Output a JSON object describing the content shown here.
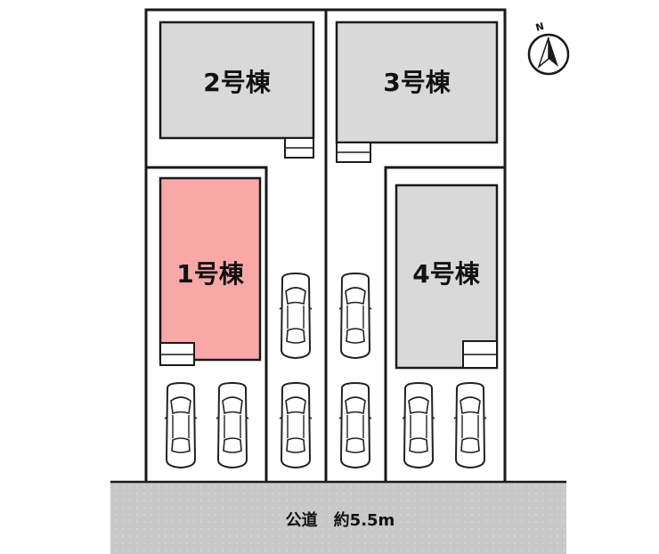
{
  "buildings": [
    {
      "id": "b1",
      "label": "1号棟",
      "fill": "#f9a8a8"
    },
    {
      "id": "b2",
      "label": "2号棟",
      "fill": "#d9d9d9"
    },
    {
      "id": "b3",
      "label": "3号棟",
      "fill": "#d9d9d9"
    },
    {
      "id": "b4",
      "label": "4号棟",
      "fill": "#d9d9d9"
    }
  ],
  "road": {
    "label": "公道　約5.5m",
    "fill": "#c8c8c8"
  },
  "compass": {
    "letter": "N"
  },
  "colors": {
    "line": "#1a1a1a",
    "building_gray": "#d9d9d9",
    "building_pink": "#f9a8a8",
    "road": "#c8c8c8"
  }
}
